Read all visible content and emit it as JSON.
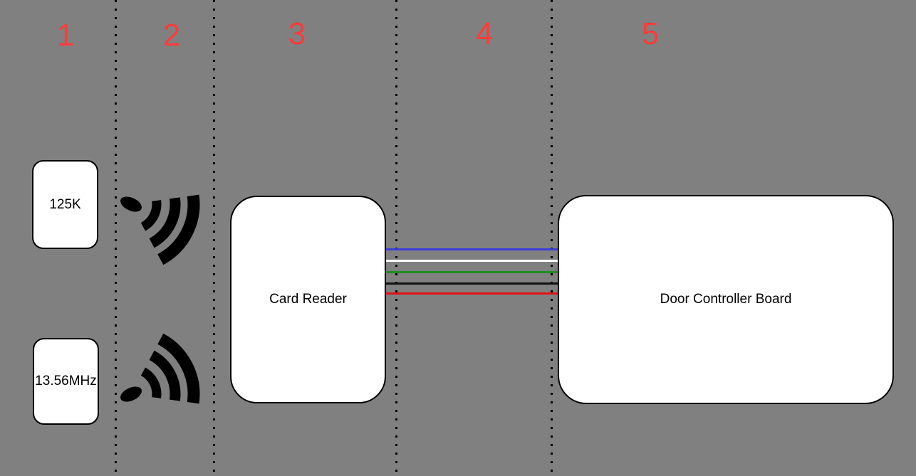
{
  "background": "#808080",
  "accent_red": "#fa3c3c",
  "zones": [
    "1",
    "2",
    "3",
    "4",
    "5"
  ],
  "cards": [
    {
      "label": "125K"
    },
    {
      "label": "13.56MHz"
    }
  ],
  "icons": [
    {
      "name": "rf-signal-down-right-icon"
    },
    {
      "name": "rf-signal-up-right-icon"
    }
  ],
  "reader": {
    "label": "Card Reader"
  },
  "controller": {
    "label": "Door Controller Board"
  },
  "wires": [
    {
      "name": "blue-wire",
      "color": "#3d3dd8"
    },
    {
      "name": "white-wire",
      "color": "#ffffff"
    },
    {
      "name": "green-wire",
      "color": "#1e8e1e"
    },
    {
      "name": "black-wire",
      "color": "#111111"
    },
    {
      "name": "red-wire",
      "color": "#e01212"
    }
  ]
}
